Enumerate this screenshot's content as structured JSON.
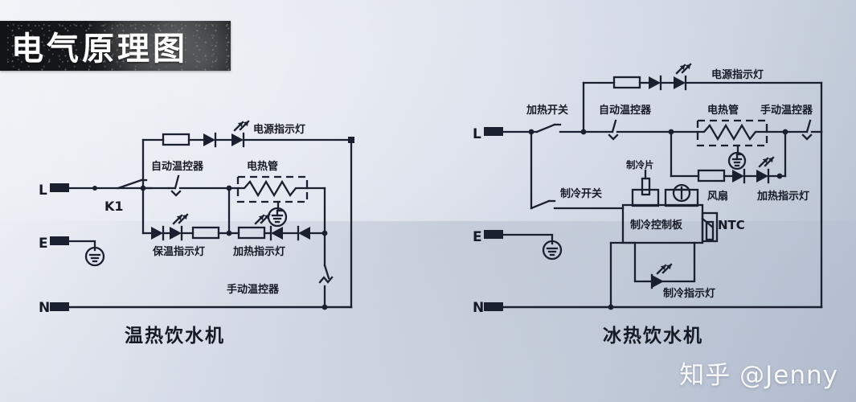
{
  "title_banner": {
    "text": "电气原理图"
  },
  "watermark": {
    "text": "知乎 @Jenny"
  },
  "diagrams": [
    {
      "id": "warm-water-dispenser",
      "caption": "温热饮水机",
      "terminals": {
        "live": "L",
        "earth": "E",
        "neutral": "N"
      },
      "labels": {
        "power_indicator": "电源指示灯",
        "auto_thermostat": "自动温控器",
        "heating_tube": "电热管",
        "switch_k1": "K1",
        "keep_warm_indicator": "保温指示灯",
        "heating_indicator": "加热指示灯",
        "manual_thermostat": "手动温控器"
      }
    },
    {
      "id": "cold-hot-water-dispenser",
      "caption": "冰热饮水机",
      "terminals": {
        "live": "L",
        "earth": "E",
        "neutral": "N"
      },
      "labels": {
        "power_indicator": "电源指示灯",
        "heating_switch": "加热开关",
        "auto_thermostat": "自动温控器",
        "heating_tube": "电热管",
        "manual_thermostat": "手动温控器",
        "cooling_plate": "制冷片",
        "cooling_switch": "制冷开关",
        "fan": "风扇",
        "heating_indicator": "加热指示灯",
        "cooling_control_board": "制冷控制板",
        "ntc": "NTC",
        "cooling_indicator": "制冷指示灯"
      }
    }
  ],
  "colors": {
    "ink": "#1a2030",
    "paper": "#dfe4ee",
    "banner": "#15181b",
    "watermark": "#ffffff"
  }
}
